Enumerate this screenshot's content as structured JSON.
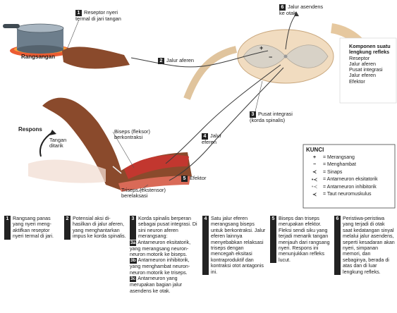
{
  "colors": {
    "nerve": "#3a3a3a",
    "cord_white": "#f1dcc0",
    "cord_gray": "#d8d2c7",
    "muscle": "#c2372f",
    "skin": "#8a4a2c",
    "flame": "#e94a1d",
    "pot": "#6d7e8c",
    "badge": "#222222"
  },
  "labels": {
    "receptor": {
      "num": "1",
      "text": "Reseptor nyeri termal di jari tangan"
    },
    "afferent": {
      "num": "2",
      "text": "Jalur aferen"
    },
    "integration": {
      "num": "3",
      "text": "Pusat integrasi (korda spinalis)"
    },
    "efferent": {
      "num": "4",
      "text": "Jalur eferen"
    },
    "effector": {
      "num": "5",
      "text": "Efektor"
    },
    "ascending": {
      "num": "6",
      "text": "Jalur asendens ke otak"
    },
    "stimulus": "Rangsangan",
    "response": "Respons",
    "hand_pulled": "Tangan ditarik",
    "biceps": "Biseps (fleksor) berkontraksi",
    "triceps": "Triseps (ekstensor) berelaksasi"
  },
  "components_box": {
    "title": "Komponen suatu lengkung refleks",
    "items": [
      "Reseptor",
      "Jalur aferen",
      "Pusat integrasi",
      "Jalur eferen",
      "Efektor"
    ]
  },
  "key": {
    "title": "KUNCI",
    "items": [
      {
        "symbol": "+",
        "label": "= Merangsang"
      },
      {
        "symbol": "−",
        "label": "= Menghambat"
      },
      {
        "symbol": "≺",
        "label": "= Sinaps"
      },
      {
        "symbol": "•≺",
        "label": "= Antarneuron eksitatorik"
      },
      {
        "symbol": "•≺",
        "label": "= Antarneuron inhibitorik"
      },
      {
        "symbol": "≺",
        "label": "= Taut neuromuskulus"
      }
    ]
  },
  "steps": [
    {
      "num": "1",
      "text": "Rangsang panas yang nyeri meng-aktifkan reseptor nyeri termal di jari."
    },
    {
      "num": "2",
      "text": "Potensial aksi di-hasilkan di jalur aferen, yang menghantarkan impus ke korda spinalis."
    },
    {
      "num": "3",
      "text": "Korda spinalis berperan sebagai pusat integrasi. Di sini neuron aferen merangsang:",
      "subs": [
        {
          "num": "3a",
          "text": "Antarneuron eksitatorik, yang merangsang neuron-neuron motorik ke biseps."
        },
        {
          "num": "3b",
          "text": "Antarneuron inhibitorik, yang menghambat neuron-neuron motorik ke triseps."
        },
        {
          "num": "3c",
          "text": "Antarneuron yang merupakan bagian jalur asendens ke otak."
        }
      ]
    },
    {
      "num": "4",
      "text": "Satu jalur eferen merangsang biseps untuk berkontraksi. Jalur eferen lainnya menyebabkan relaksasi triseps dengan mencegah eksitasi kontraproduktif dan kontraksi otot antagonis ini."
    },
    {
      "num": "5",
      "text": "Biseps dan triseps merupakan efektor. Fleksi sendi siku yang terjadi menarik tangan menjauh dari rangsang nyeri. Respons ini menunjukkan refleks lucut."
    },
    {
      "num": "6",
      "text": "Peristiwa-peristiwa yang terjadi di otak saat kedatangan sinyal melalui jalur asendens, seperti kesadaran akan nyeri, simpanan memori, dan sebaginya, berada di atas dan di luar lengkung refleks."
    }
  ]
}
